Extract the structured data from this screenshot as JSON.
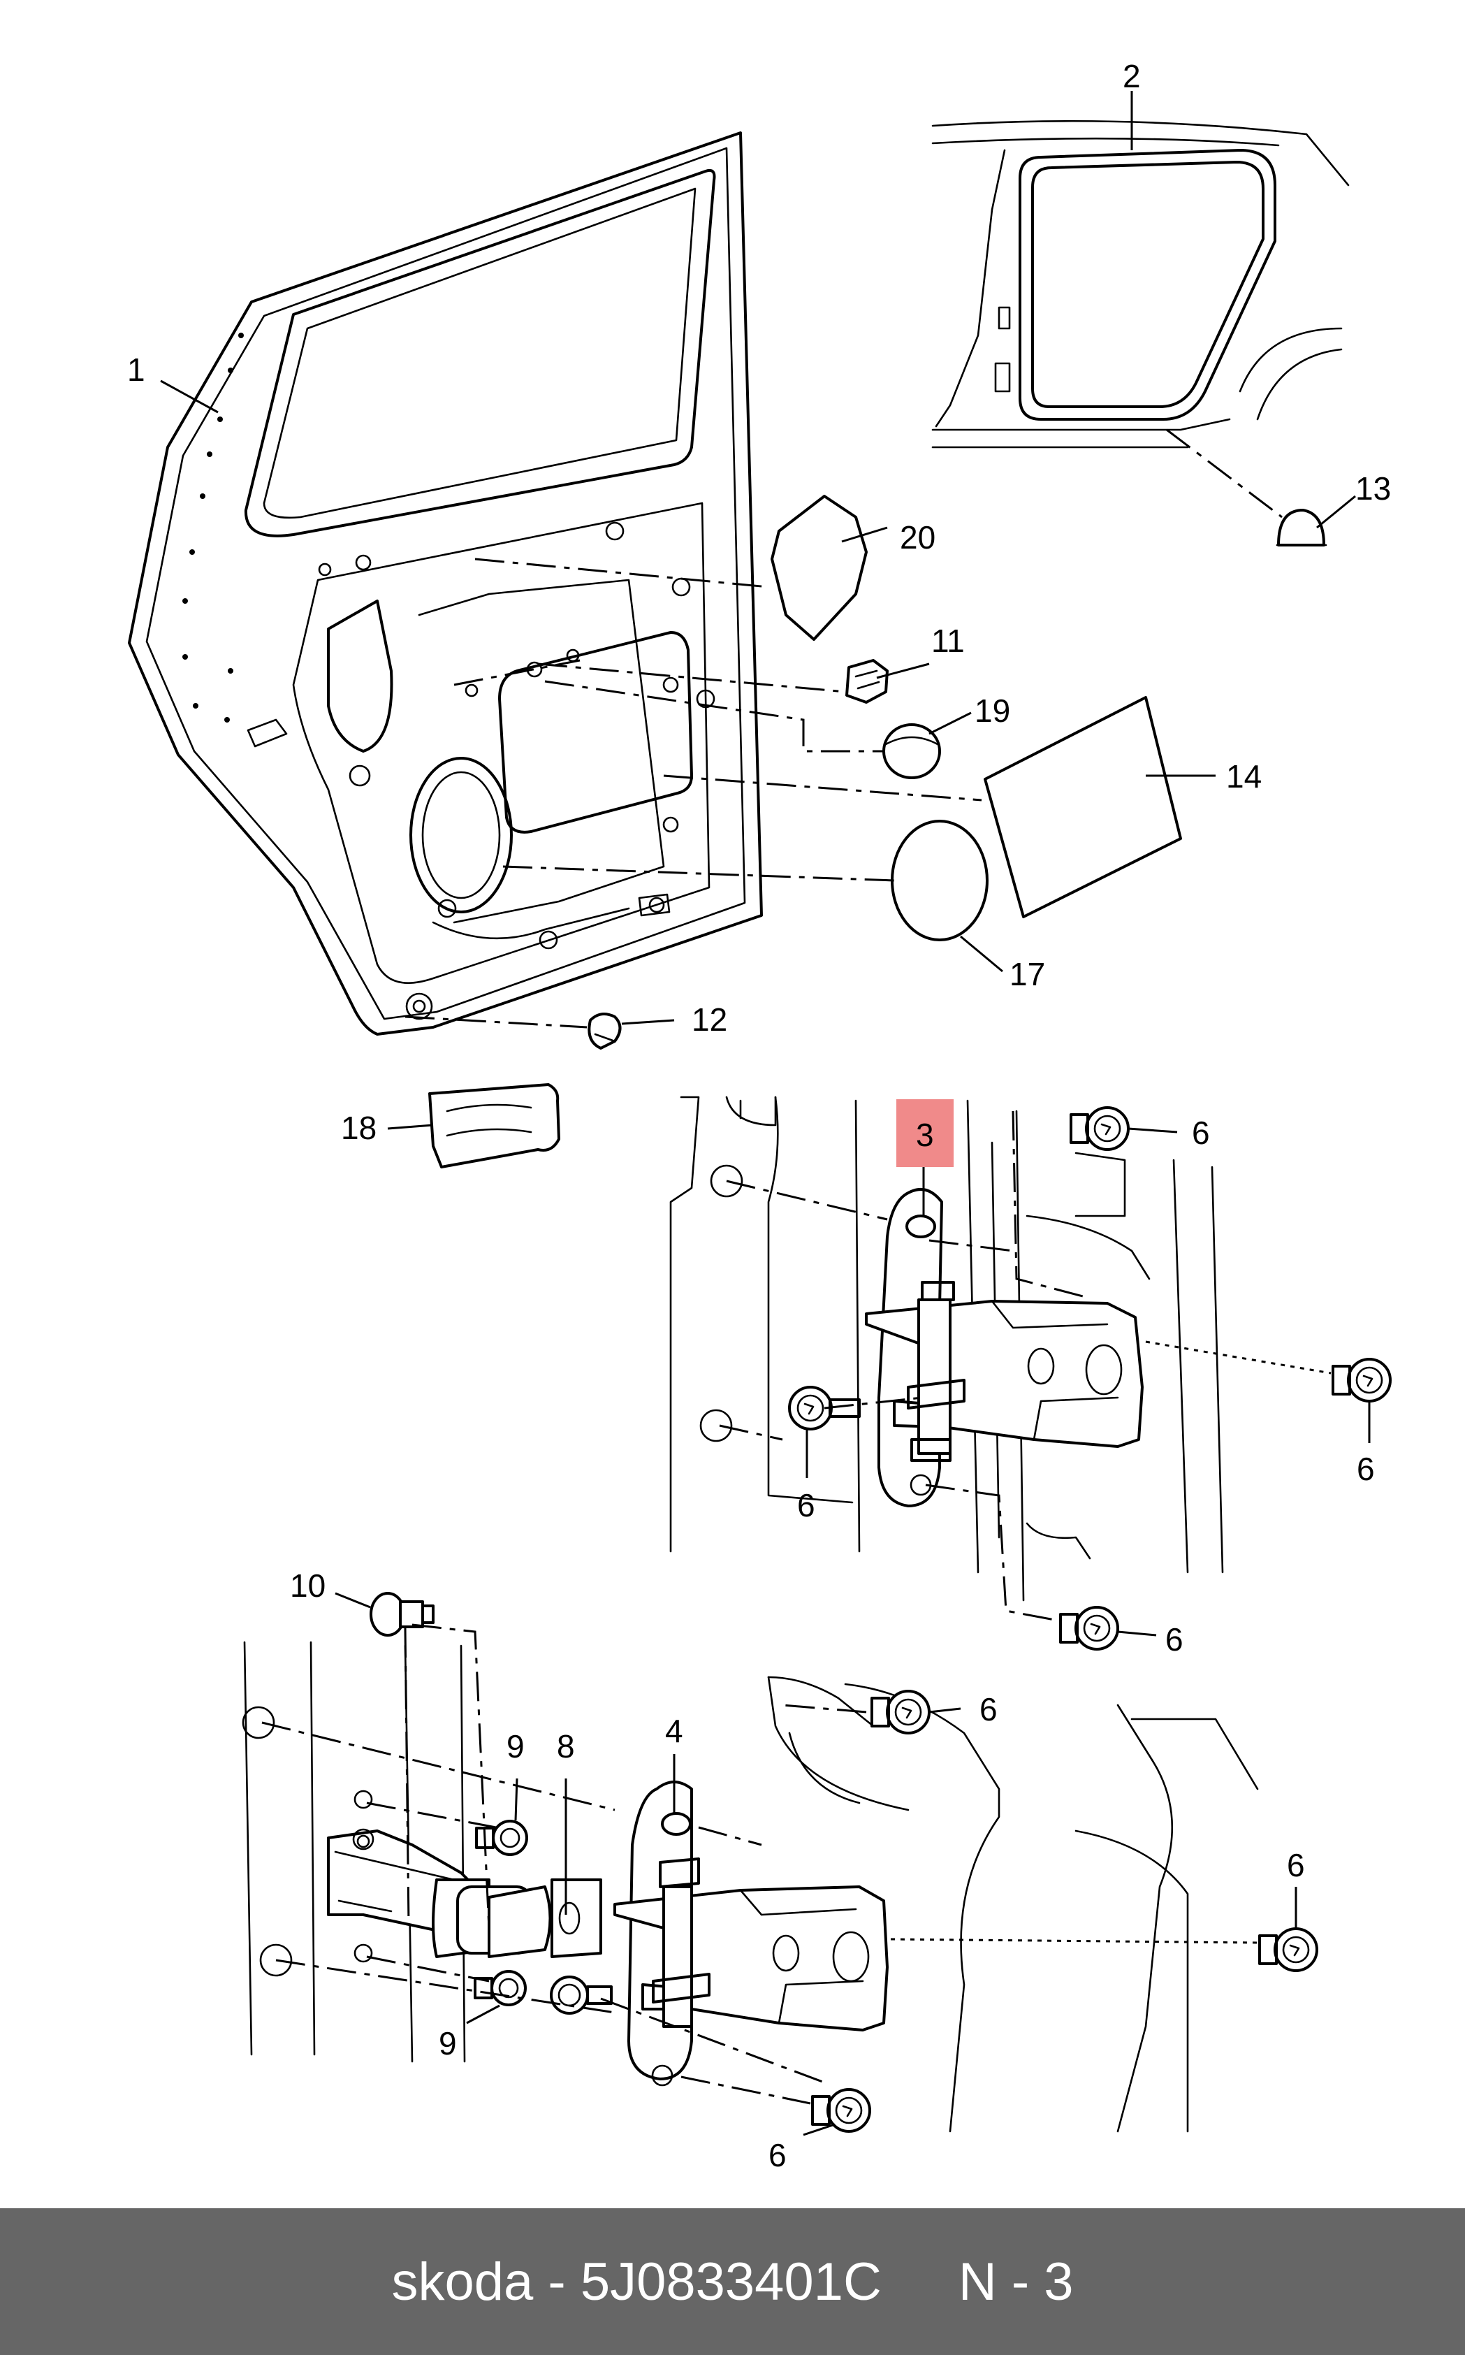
{
  "callouts": {
    "c1": "1",
    "c2": "2",
    "c3": "3",
    "c4": "4",
    "c6a": "6",
    "c6b": "6",
    "c6c": "6",
    "c6d": "6",
    "c6e": "6",
    "c6f": "6",
    "c6g": "6",
    "c8": "8",
    "c9a": "9",
    "c9b": "9",
    "c10": "10",
    "c11": "11",
    "c12": "12",
    "c13": "13",
    "c14": "14",
    "c17": "17",
    "c18": "18",
    "c19": "19",
    "c20": "20"
  },
  "highlight_color": "#f08a8a",
  "footer": {
    "brand": "skoda",
    "separator": "-",
    "part_number": "5J0833401C",
    "position": "N - 3",
    "background": "#666666"
  }
}
